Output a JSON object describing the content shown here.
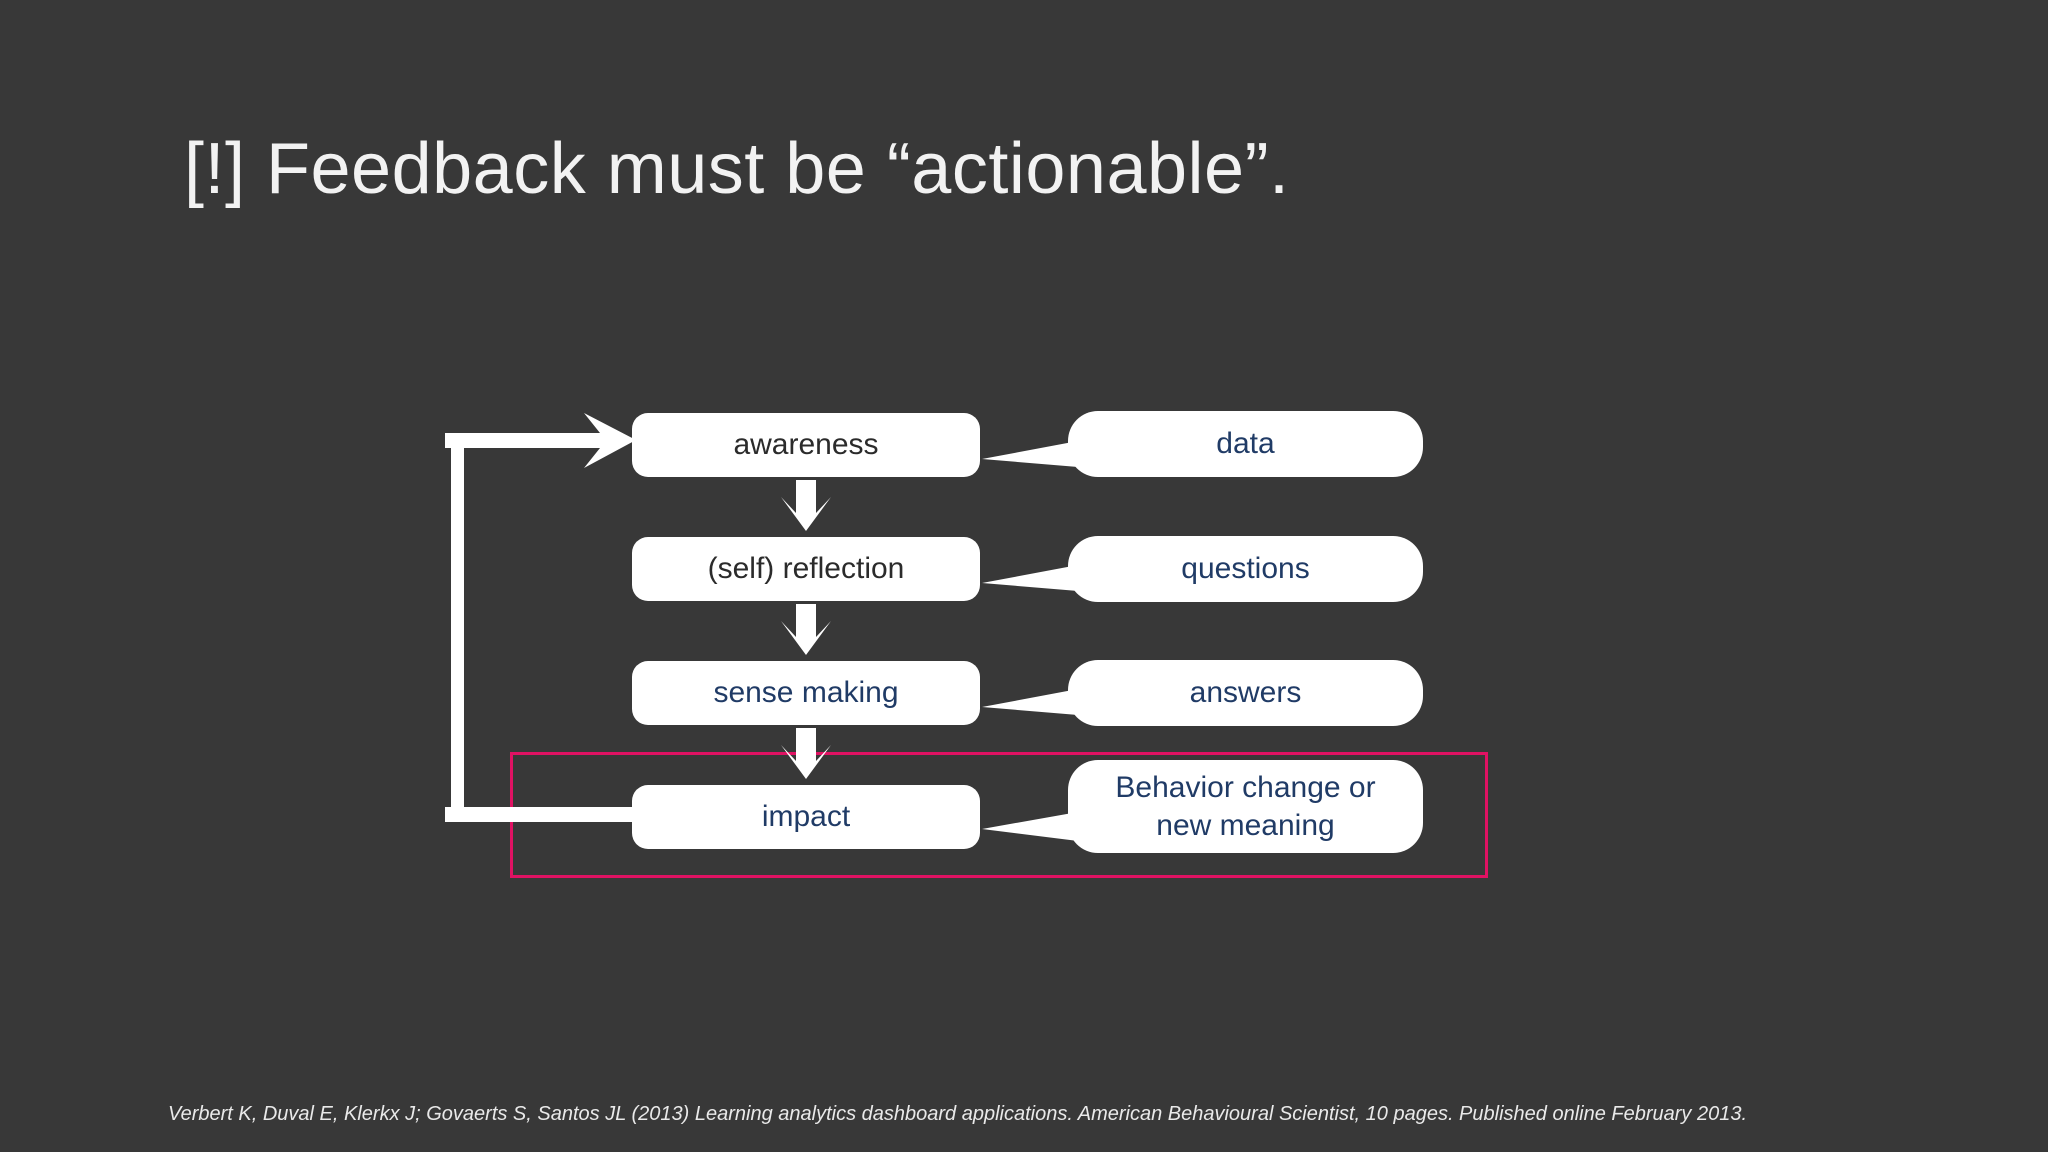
{
  "slide": {
    "title": "[!] Feedback must be “actionable”.",
    "citation": "Verbert K, Duval E, Klerkx J; Govaerts S, Santos JL (2013) Learning analytics dashboard applications. American Behavioural Scientist, 10 pages. Published online February 2013."
  },
  "colors": {
    "background": "#383838",
    "node_fill": "#ffffff",
    "arrow": "#ffffff",
    "highlight": "#e01263",
    "stage_text_dark": "#2b2b2b",
    "diagram_text_blue": "#203b66",
    "title_text": "#f2f2f2",
    "citation_text": "#e9e9e9"
  },
  "stages": [
    {
      "label": "awareness",
      "text_color": "#2b2b2b"
    },
    {
      "label": "(self) reflection",
      "text_color": "#2b2b2b"
    },
    {
      "label": "sense making",
      "text_color": "#203b66"
    },
    {
      "label": "impact",
      "text_color": "#203b66"
    }
  ],
  "bubbles": [
    {
      "label": "data",
      "text_color": "#203b66"
    },
    {
      "label": "questions",
      "text_color": "#203b66"
    },
    {
      "label": "answers",
      "text_color": "#203b66"
    },
    {
      "label": "Behavior change or new meaning",
      "lines": [
        "Behavior change or",
        "new meaning"
      ],
      "text_color": "#203b66"
    }
  ]
}
